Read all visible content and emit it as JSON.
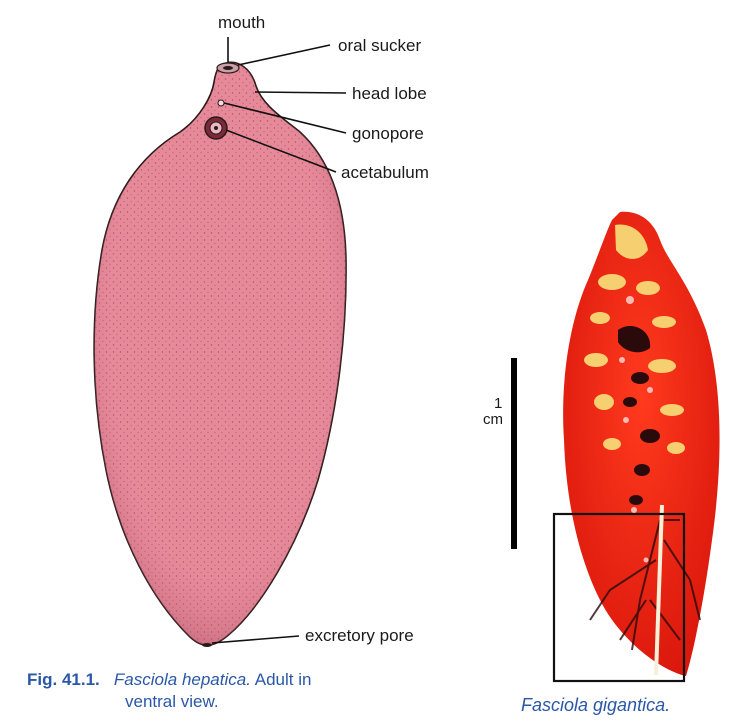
{
  "left_figure": {
    "labels": {
      "mouth": "mouth",
      "oral_sucker": "oral sucker",
      "head_lobe": "head lobe",
      "gonopore": "gonopore",
      "acetabulum": "acetabulum",
      "excretory_pore": "excretory pore"
    },
    "caption": {
      "number": "Fig. 41.1.",
      "species": "Fasciola hepatica.",
      "line1_rest": " Adult in",
      "line2": "ventral view."
    },
    "colors": {
      "body_fill": "#e68a9a",
      "outline": "#2b1a1a",
      "stipple": "#7a2a3a"
    }
  },
  "right_figure": {
    "scale_label_top": "1",
    "scale_label_bottom": "cm",
    "caption": "Fasciola gigantica.",
    "colors": {
      "body": "#e81e10",
      "highlight": "#f7e27a",
      "dark": "#2a0a0a"
    }
  },
  "caption_color": "#2a57a8"
}
